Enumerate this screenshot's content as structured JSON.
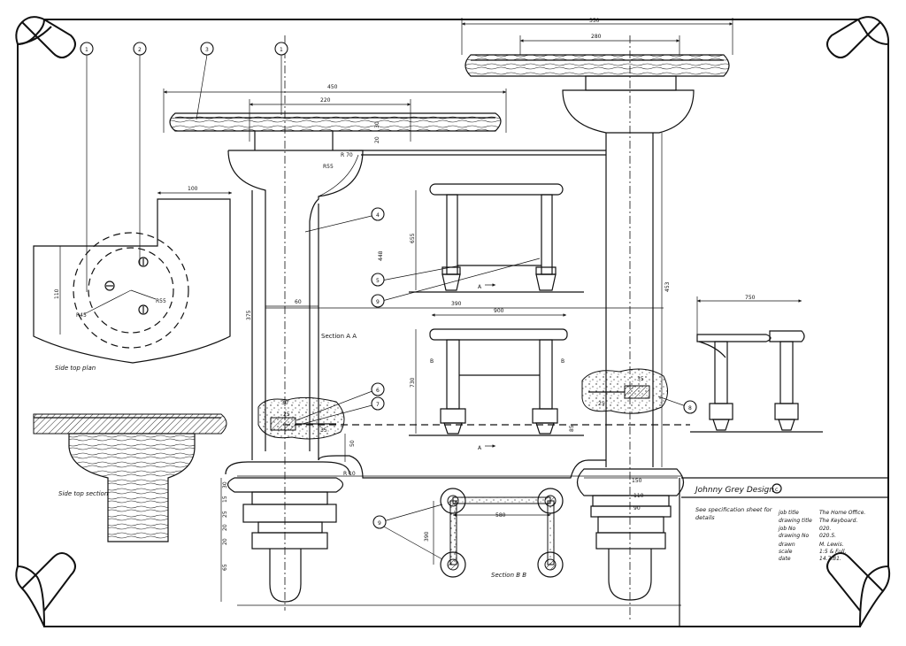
{
  "title_block": {
    "company": "Johnny Grey Design",
    "copyright": "c",
    "note": "See specification sheet for details",
    "fields": [
      {
        "label": "job title",
        "value": "The  Home Office."
      },
      {
        "label": "drawing title",
        "value": "The  Keyboard."
      },
      {
        "label": "job No",
        "value": "020."
      },
      {
        "label": "drawing No",
        "value": "020.5."
      },
      {
        "label": "drawn",
        "value": "M. Lewis."
      },
      {
        "label": "scale",
        "value": "1:5  &  Full."
      },
      {
        "label": "date",
        "value": "14.7.81."
      }
    ]
  },
  "views": {
    "side_top_plan": "Side top plan",
    "side_top_section": "Side top section",
    "section_aa": "Section A A",
    "section_bb": "Section B B"
  },
  "balloons": [
    "1",
    "2",
    "3",
    "1",
    "4",
    "5",
    "9",
    "6",
    "7",
    "8",
    "9"
  ],
  "dimensions": {
    "left_top_overall": "450",
    "left_top_inner": "220",
    "right_top_overall": "350",
    "right_top_inner": "280",
    "plan_width": "100",
    "plan_height": "110",
    "r45": "R45",
    "r55_plan": "R55",
    "r70": "R 70",
    "r55_section": "R55",
    "d20": "20",
    "d30": "30",
    "d448": "448",
    "d655": "655",
    "d60": "60",
    "d375": "375",
    "d390_front": "390",
    "d900": "900",
    "d730": "730",
    "d85": "85",
    "d750": "750",
    "d453": "453",
    "d50": "50",
    "d30b": "30",
    "d25": "25",
    "d35": "35",
    "d35b": "35",
    "d25b": "25",
    "d150": "150",
    "d110": "110",
    "d90": "90",
    "d580": "580",
    "d390_bb": "390",
    "base_stack": [
      "30",
      "15",
      "25",
      "20",
      "20",
      "65"
    ],
    "r10": "R 10",
    "label_a": "A",
    "label_b": "B"
  }
}
